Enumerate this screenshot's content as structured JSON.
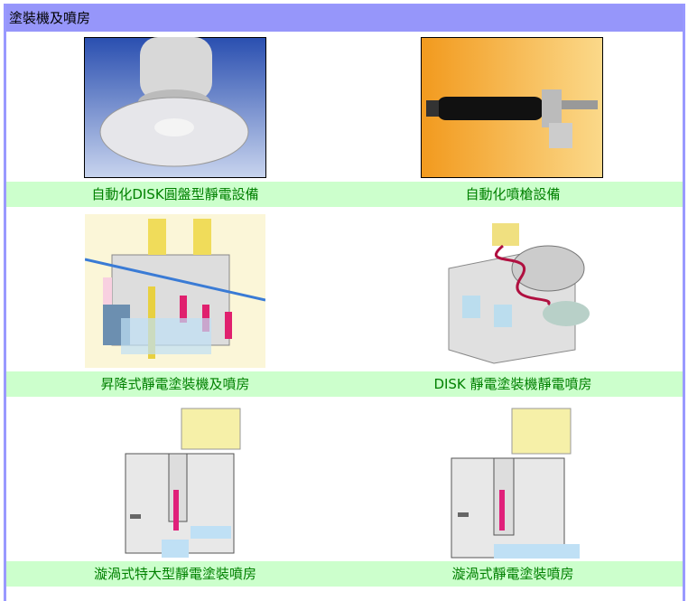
{
  "header": {
    "title": "塗裝機及噴房"
  },
  "items": [
    {
      "label": "自動化DISK圓盤型靜電設備",
      "image": "disk-electrostatic-equipment-photo"
    },
    {
      "label": "自動化噴槍設備",
      "image": "automatic-spray-gun-photo"
    },
    {
      "label": "昇降式靜電塗裝機及噴房",
      "image": "lifting-electrostatic-booth-diagram"
    },
    {
      "label": "DISK 靜電塗裝機靜電噴房",
      "image": "disk-electrostatic-booth-diagram"
    },
    {
      "label": "漩渦式特大型靜電塗裝噴房",
      "image": "vortex-large-booth-diagram"
    },
    {
      "label": "漩渦式靜電塗裝噴房",
      "image": "vortex-booth-diagram"
    }
  ],
  "colors": {
    "header": "#9696fa",
    "caption_bg": "#ccffcc",
    "caption_text": "#008000",
    "border": "#9999ff"
  }
}
